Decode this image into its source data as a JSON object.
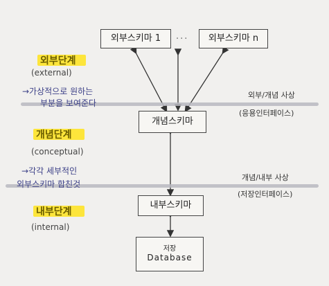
{
  "boxes": {
    "user_schema_1": "외부스키마 1",
    "user_schema_n": "외부스키마 n",
    "ellipsis": "···",
    "conceptual_schema": "개념스키마",
    "internal_schema": "내부스키마",
    "storage_db": [
      "저장",
      "Database"
    ]
  },
  "left_labels": {
    "external_kr": "외부단계",
    "external_en": "(external)",
    "external_desc_1": "→가상적으로 원하는",
    "external_desc_2": "부분을 보여준다",
    "conceptual_kr": "개념단계",
    "conceptual_en": "(conceptual)",
    "conceptual_desc_1": "→각각 세부적인",
    "conceptual_desc_2": "외부스키마 합친것",
    "internal_kr": "내부단계",
    "internal_en": "(internal)"
  },
  "right_labels": {
    "mapping_1": "외부/개념 사상",
    "mapping_1_sub": "(응용인터페이스)",
    "mapping_2": "개념/내부 사상",
    "mapping_2_sub": "(저장인터페이스)"
  }
}
